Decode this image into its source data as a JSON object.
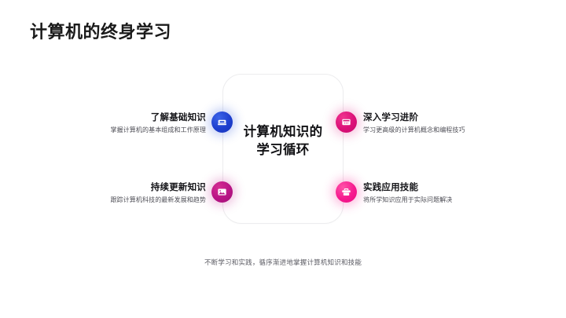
{
  "slide": {
    "title": "计算机的终身学习",
    "footer_note": "不断学习和实践，循序渐进地掌握计算机知识和技能",
    "background_color": "#ffffff"
  },
  "center_card": {
    "title": "计算机知识的\n学习循环",
    "title_line1": "计算机知识的",
    "title_line2": "学习循环",
    "border_color": "#ececee"
  },
  "nodes": [
    {
      "id": "foundation",
      "position": "top-left",
      "icon": "book-open-icon",
      "color": "#1e3fce",
      "title": "了解基础知识",
      "description": "掌握计算机的基本组成和工作原理"
    },
    {
      "id": "advanced",
      "position": "top-right",
      "icon": "browser-window-icon",
      "color": "#db1078",
      "title": "深入学习进阶",
      "description": "学习更高级的计算机概念和编程技巧"
    },
    {
      "id": "update",
      "position": "bottom-left",
      "icon": "image-picture-icon",
      "color": "#b81585",
      "title": "持续更新知识",
      "description": "跟踪计算机科技的最新发展和趋势"
    },
    {
      "id": "practice",
      "position": "bottom-right",
      "icon": "briefcase-icon",
      "color": "#f61a8f",
      "title": "实践应用技能",
      "description": "将所学知识应用于实际问题解决"
    }
  ]
}
